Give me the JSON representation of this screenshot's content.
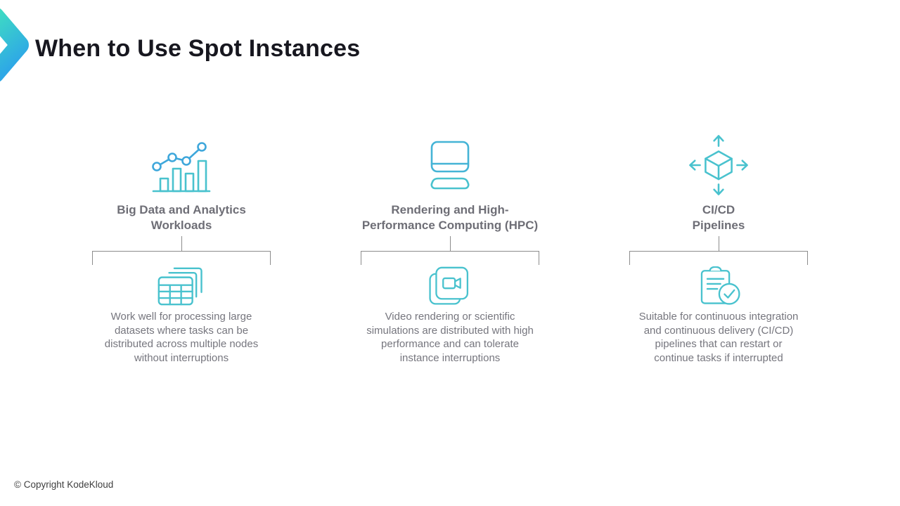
{
  "page_title": "When to Use Spot Instances",
  "footer": {
    "copyright": "© Copyright KodeKloud"
  },
  "colors": {
    "accent_teal": "#49C2CE",
    "accent_blue": "#3EA7DB",
    "chevron_gradient_top": "#3EDAC4",
    "chevron_gradient_bottom": "#2EA8E6",
    "heading_gray": "#6E6E76",
    "body_gray": "#76767E",
    "connector_gray": "#8C8C8C",
    "title_color": "#17171F"
  },
  "columns": [
    {
      "top_icon": "bar-chart-icon",
      "heading_lines": [
        "Big Data and Analytics",
        "Workloads"
      ],
      "bottom_icon": "data-tables-icon",
      "description_lines": [
        "Work well for processing large",
        "datasets where tasks can be",
        "distributed across multiple nodes",
        "without interruptions"
      ]
    },
    {
      "top_icon": "computer-icon",
      "heading_lines": [
        "Rendering and High-",
        "Performance Computing (HPC)"
      ],
      "bottom_icon": "video-render-icon",
      "description_lines": [
        "Video rendering or scientific",
        "simulations are distributed with high",
        "performance and can tolerate",
        "instance interruptions"
      ]
    },
    {
      "top_icon": "cube-scale-icon",
      "heading_lines": [
        "CI/CD",
        "Pipelines"
      ],
      "bottom_icon": "clipboard-check-icon",
      "description_lines": [
        "Suitable for continuous integration",
        "and continuous delivery (CI/CD)",
        "pipelines that can restart or",
        "continue tasks if interrupted"
      ]
    }
  ]
}
